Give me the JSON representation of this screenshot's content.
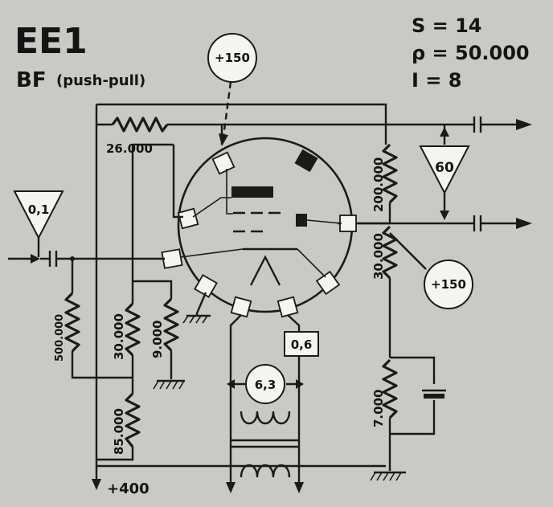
{
  "title": "EE1",
  "subtitle_main": "BF",
  "subtitle_note": "(push-pull)",
  "params": {
    "s": "S = 14",
    "rho": "ρ = 50.000",
    "i": "I = 8"
  },
  "labels": {
    "bubble_top": "+150",
    "bubble_right": "+150",
    "triangle_left": "0,1",
    "triangle_right": "60",
    "box_filament": "0,6",
    "heater": "6,3",
    "supply": "+400",
    "r_top": "26.000",
    "r_right_top": "200.000",
    "r_right_mid": "30.000",
    "r_cathode": "7.000",
    "r_grid": "500.000",
    "r_div_top": "30.000",
    "r_div_bot": "85.000",
    "r_div_side": "9.000"
  }
}
